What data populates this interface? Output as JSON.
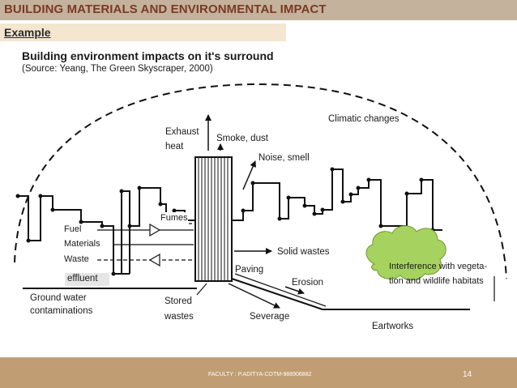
{
  "slide": {
    "title": "BUILDING MATERIALS AND ENVIRONMENTAL IMPACT",
    "subtitle": "Example",
    "footer_text": "FACULTY : P.ADITYA-COTM-988906882",
    "page_number": "14",
    "colors": {
      "title_bar": "#c4b29c",
      "title_text": "#7a3a25",
      "subtitle_bar": "#f4e6cf",
      "footer_bar": "#c19d73",
      "tree_fill": "#a6d25f"
    }
  },
  "figure": {
    "heading": "Building environment impacts on it's surround",
    "source": "(Source: Yeang, The Green Skyscraper, 2000)",
    "labels": {
      "exhaust_heat_1": "Exhaust",
      "exhaust_heat_2": "heat",
      "smoke_dust": "Smoke, dust",
      "climatic_changes": "Climatic changes",
      "noise_smell": "Noise, smell",
      "fumes": "Fumes",
      "fuel": "Fuel",
      "materials": "Materials",
      "waste": "Waste",
      "effluent": "effluent",
      "solid_wastes": "Solid wastes",
      "paving": "Paving",
      "erosion": "Erosion",
      "interference_1": "Interference with vegeta-",
      "interference_2": "tion and wildlife habitats",
      "ground_water_1": "Ground water",
      "ground_water_2": "contaminations",
      "stored_wastes_1": "Stored",
      "stored_wastes_2": "wastes",
      "severage": "Severage",
      "eartworks": "Eartworks"
    }
  }
}
